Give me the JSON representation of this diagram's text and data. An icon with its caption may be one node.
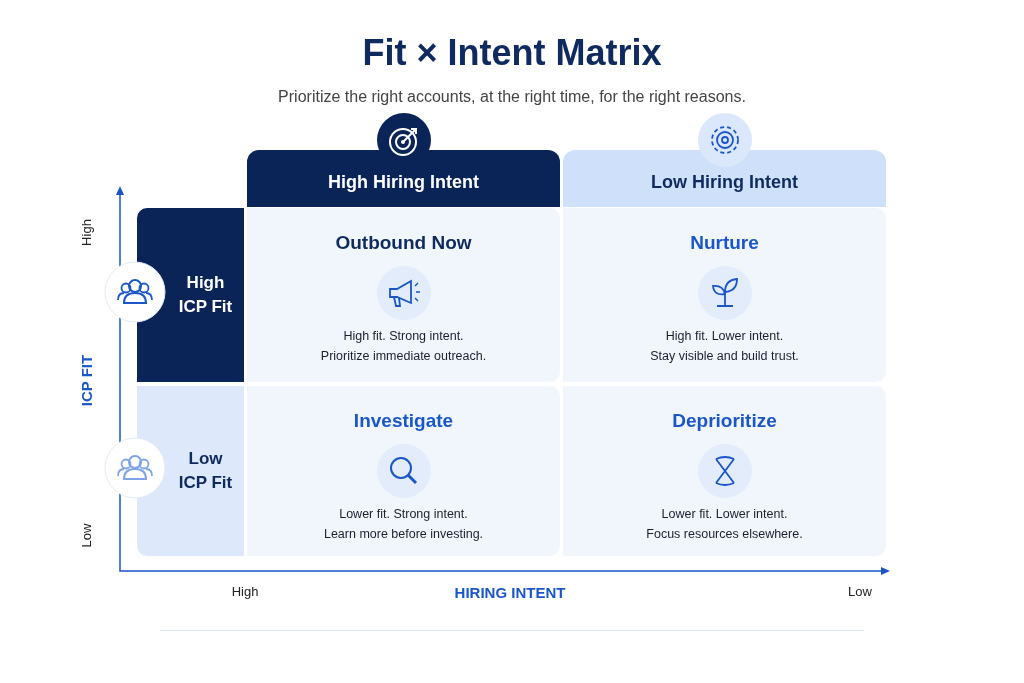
{
  "diagram": {
    "title": "Fit × Intent Matrix",
    "nodes": [
      {
        "text": [
          "High Hiring Intent"
        ]
      },
      {
        "text": [
          "Low Hiring Intent"
        ]
      },
      {
        "text": [
          "High ICP Fit"
        ]
      },
      {
        "text": [
          "Outbound Now",
          "High fit. Strong intent. Prioritize immediate outreach."
        ]
      },
      {
        "text": [
          "Nurture",
          "High fit. Lower intent. Stay visible and build trust."
        ]
      },
      {
        "text": [
          "Low ICP Fit"
        ]
      },
      {
        "text": [
          "Investigate",
          "Lower fit. Strong intent. Learn more before investing."
        ]
      },
      {
        "text": [
          "Deprioritize",
          "Lower fit. Lower intent. Focus resources elsewhere."
        ]
      }
    ],
    "labels": [
      "Prioritize the right accounts, at the right time, for the right reasons.",
      "High",
      "ICP FIT",
      "Low",
      "High",
      "HIRING INTENT",
      "Low"
    ]
  }
}
